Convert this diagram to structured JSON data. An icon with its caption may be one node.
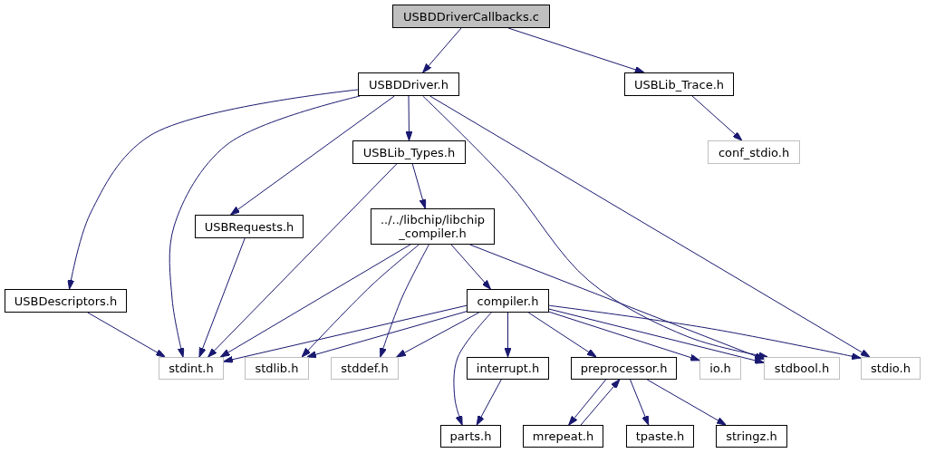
{
  "diagram": {
    "nodes": [
      {
        "text": [
          "USBDDriverCallbacks.c"
        ]
      },
      {
        "text": [
          "USBDDriver.h"
        ]
      },
      {
        "text": [
          "USBLib_Trace.h"
        ]
      },
      {
        "text": [
          "USBLib_Types.h"
        ]
      },
      {
        "text": [
          "conf_stdio.h"
        ]
      },
      {
        "text": [
          "USBRequests.h"
        ]
      },
      {
        "text": [
          "../../libchip/libchip _compiler.h"
        ]
      },
      {
        "text": [
          "USBDescriptors.h"
        ]
      },
      {
        "text": [
          "compiler.h"
        ]
      },
      {
        "text": [
          "stdint.h"
        ]
      },
      {
        "text": [
          "stdlib.h"
        ]
      },
      {
        "text": [
          "stddef.h"
        ]
      },
      {
        "text": [
          "interrupt.h"
        ]
      },
      {
        "text": [
          "preprocessor.h"
        ]
      },
      {
        "text": [
          "io.h"
        ]
      },
      {
        "text": [
          "stdbool.h"
        ]
      },
      {
        "text": [
          "stdio.h"
        ]
      },
      {
        "text": [
          "parts.h"
        ]
      },
      {
        "text": [
          "mrepeat.h"
        ]
      },
      {
        "text": [
          "tpaste.h"
        ]
      },
      {
        "text": [
          "stringz.h"
        ]
      }
    ],
    "edges": [
      {
        "from": 0,
        "to": 1,
        "arrow": "to"
      },
      {
        "from": 0,
        "to": 2,
        "arrow": "to"
      },
      {
        "from": 2,
        "to": 4,
        "arrow": "to"
      },
      {
        "from": 1,
        "to": 7,
        "arrow": "to"
      },
      {
        "from": 1,
        "to": 9,
        "arrow": "to"
      },
      {
        "from": 1,
        "to": 5,
        "arrow": "to"
      },
      {
        "from": 1,
        "to": 3,
        "arrow": "to"
      },
      {
        "from": 1,
        "to": 15,
        "arrow": "to"
      },
      {
        "from": 1,
        "to": 16,
        "arrow": "to"
      },
      {
        "from": 3,
        "to": 9,
        "arrow": "to"
      },
      {
        "from": 3,
        "to": 6,
        "arrow": "to"
      },
      {
        "from": 5,
        "to": 9,
        "arrow": "to"
      },
      {
        "from": 7,
        "to": 9,
        "arrow": "to"
      },
      {
        "from": 6,
        "to": 9,
        "arrow": "to"
      },
      {
        "from": 6,
        "to": 10,
        "arrow": "to"
      },
      {
        "from": 6,
        "to": 11,
        "arrow": "to"
      },
      {
        "from": 6,
        "to": 8,
        "arrow": "to"
      },
      {
        "from": 6,
        "to": 15,
        "arrow": "to"
      },
      {
        "from": 8,
        "to": 9,
        "arrow": "to"
      },
      {
        "from": 8,
        "to": 10,
        "arrow": "to"
      },
      {
        "from": 8,
        "to": 11,
        "arrow": "to"
      },
      {
        "from": 8,
        "to": 17,
        "arrow": "to"
      },
      {
        "from": 8,
        "to": 12,
        "arrow": "to"
      },
      {
        "from": 8,
        "to": 13,
        "arrow": "to"
      },
      {
        "from": 8,
        "to": 14,
        "arrow": "to"
      },
      {
        "from": 8,
        "to": 15,
        "arrow": "to"
      },
      {
        "from": 8,
        "to": 16,
        "arrow": "to"
      },
      {
        "from": 12,
        "to": 17,
        "arrow": "to"
      },
      {
        "from": 13,
        "to": 18,
        "arrow": "to"
      },
      {
        "from": 18,
        "to": 13,
        "arrow": "to"
      },
      {
        "from": 13,
        "to": 19,
        "arrow": "to"
      },
      {
        "from": 13,
        "to": 20,
        "arrow": "to"
      }
    ]
  }
}
